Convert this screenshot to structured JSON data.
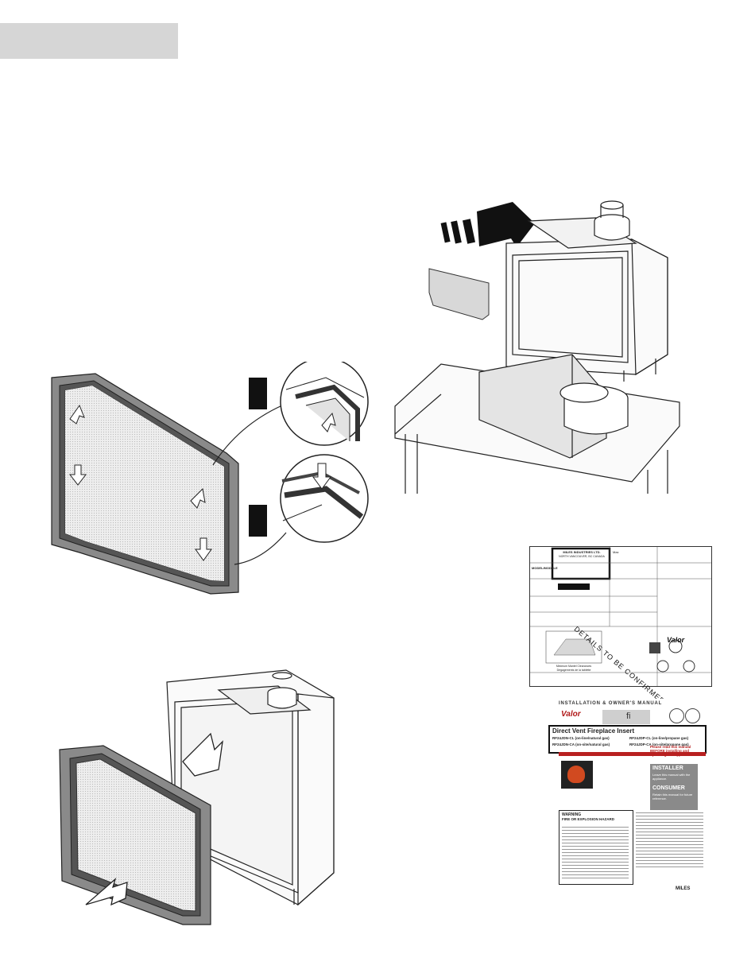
{
  "header": {
    "title": ""
  },
  "rating_label": {
    "company": "MILES INDUSTRIES LTD.",
    "company_sub": "NORTH VANCOUVER, BC CANADA",
    "model_label": "MODEL/MODÈLE",
    "stamp": "DETAILS TO BE CONFIRMED",
    "brand": "Valor",
    "clearance_caption": "Minimum Mantel Clearances",
    "clearance_caption_fr": "Dégagements de la tablette",
    "max_label": "Max"
  },
  "manual": {
    "title": "INSTALLATION & OWNER'S MANUAL",
    "brand": "Valor",
    "logo_letter": "fi",
    "product": "Direct Vent Fireplace Insert",
    "models": [
      "RF24JDN-CL (on-line/natural gas)",
      "RF24JDP-CL (on-line/propane gas)",
      "RF24JDN-CA (on-site/natural gas)",
      "RF24JDP-CA (on-site/propane gas)"
    ],
    "read_notice": "Please read this manual BEFORE installing and operating this appliance.",
    "installer_title": "INSTALLER",
    "installer_text": "Leave this manual with the appliance.",
    "consumer_title": "CONSUMER",
    "consumer_text": "Retain this manual for future reference.",
    "warning_title": "WARNING",
    "warning_subtitle": "FIRE OR EXPLOSION HAZARD",
    "footer_brand": "MILES"
  }
}
